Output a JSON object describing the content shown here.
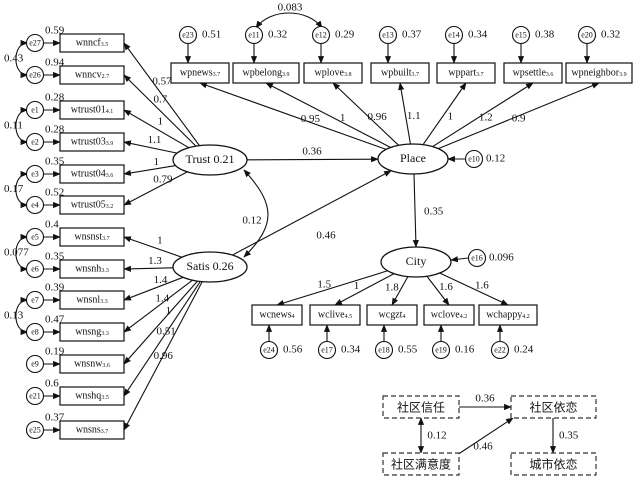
{
  "latents": {
    "trust": {
      "name": "Trust",
      "r2": "0.21"
    },
    "satis": {
      "name": "Satis",
      "r2": "0.26"
    },
    "place": {
      "name": "Place",
      "err": "e10",
      "r2": "0.12"
    },
    "city": {
      "name": "City",
      "err": "e16",
      "r2": "0.096"
    }
  },
  "indicators": [
    {
      "id": "wnncf",
      "name": "wnncf",
      "sub": "3.5",
      "err": "e27",
      "r2": "0.59",
      "load": "0.57"
    },
    {
      "id": "wnncv",
      "name": "wnncv",
      "sub": "2.7",
      "err": "e26",
      "r2": "0.94",
      "load": "0.7"
    },
    {
      "id": "wtrust01",
      "name": "wtrust01",
      "sub": "4.1",
      "err": "e1",
      "r2": "0.28",
      "load": "1"
    },
    {
      "id": "wtrust03",
      "name": "wtrust03",
      "sub": "3.9",
      "err": "e2",
      "r2": "0.28",
      "load": "1.1"
    },
    {
      "id": "wtrust04",
      "name": "wtrust04",
      "sub": "3.6",
      "err": "e3",
      "r2": "0.35",
      "load": "1"
    },
    {
      "id": "wtrust05",
      "name": "wtrust05",
      "sub": "3.2",
      "err": "e4",
      "r2": "0.52",
      "load": "0.79"
    },
    {
      "id": "wnsnst",
      "name": "wnsnst",
      "sub": "3.7",
      "err": "e5",
      "r2": "0.4",
      "load": "1"
    },
    {
      "id": "wnsnh",
      "name": "wnsnh",
      "sub": "3.3",
      "err": "e6",
      "r2": "0.35",
      "load": "1.3"
    },
    {
      "id": "wnsnl",
      "name": "wnsnl",
      "sub": "3.3",
      "err": "e7",
      "r2": "0.39",
      "load": "1.4"
    },
    {
      "id": "wnsng",
      "name": "wnsng",
      "sub": "3.3",
      "err": "e8",
      "r2": "0.47",
      "load": "1.4"
    },
    {
      "id": "wnsnw",
      "name": "wnsnw",
      "sub": "3.6",
      "err": "e9",
      "r2": "0.19",
      "load": "1"
    },
    {
      "id": "wnshq",
      "name": "wnshq",
      "sub": "3.5",
      "err": "e21",
      "r2": "0.6",
      "load": "0.51"
    },
    {
      "id": "wnsns",
      "name": "wnsns",
      "sub": "3.7",
      "err": "e25",
      "r2": "0.37",
      "load": "0.96"
    },
    {
      "id": "wpnews",
      "name": "wpnews",
      "sub": "3.7",
      "err": "e23",
      "r2": "0.51",
      "load": "0.95"
    },
    {
      "id": "wpbelong",
      "name": "wpbelong",
      "sub": "3.9",
      "err": "e11",
      "r2": "0.32",
      "load": "1"
    },
    {
      "id": "wplove",
      "name": "wplove",
      "sub": "3.8",
      "err": "e12",
      "r2": "0.29",
      "load": "0.96"
    },
    {
      "id": "wpbuilt",
      "name": "wpbuilt",
      "sub": "3.7",
      "err": "e13",
      "r2": "0.37",
      "load": "1.1"
    },
    {
      "id": "wppart",
      "name": "wppart",
      "sub": "3.7",
      "err": "e14",
      "r2": "0.34",
      "load": "1"
    },
    {
      "id": "wpsettle",
      "name": "wpsettle",
      "sub": "3.6",
      "err": "e15",
      "r2": "0.38",
      "load": "1.2"
    },
    {
      "id": "wpneighbor",
      "name": "wpneighbor",
      "sub": "3.9",
      "err": "e20",
      "r2": "0.32",
      "load": "0.9"
    },
    {
      "id": "wcnews",
      "name": "wcnews",
      "sub": "4",
      "err": "e24",
      "r2": "0.56",
      "load": "1.5"
    },
    {
      "id": "wclive",
      "name": "wclive",
      "sub": "4.5",
      "err": "e17",
      "r2": "0.34",
      "load": "1"
    },
    {
      "id": "wcgzt",
      "name": "wcgzt",
      "sub": "4",
      "err": "e18",
      "r2": "0.55",
      "load": "1.8"
    },
    {
      "id": "wclove",
      "name": "wclove",
      "sub": "4.2",
      "err": "e19",
      "r2": "0.16",
      "load": "1.6"
    },
    {
      "id": "wchappy",
      "name": "wchappy",
      "sub": "4.2",
      "err": "e22",
      "r2": "0.24",
      "load": "1.6"
    }
  ],
  "covariances": {
    "e27_e26": "0.43",
    "e1_e2": "0.11",
    "e3_e4": "0.17",
    "e5_e6": "0.077",
    "e7_e8": "0.13",
    "e11_e12": "0.083",
    "trust_satis": "0.12"
  },
  "paths": {
    "trust_place": "0.36",
    "satis_place": "0.46",
    "place_city": "0.35"
  },
  "summary": {
    "trust": "社区信任",
    "satis": "社区满意度",
    "place": "社区依恋",
    "city": "城市依恋",
    "trust_place": "0.36",
    "trust_satis": "0.12",
    "satis_place": "0.46",
    "place_city": "0.35"
  }
}
